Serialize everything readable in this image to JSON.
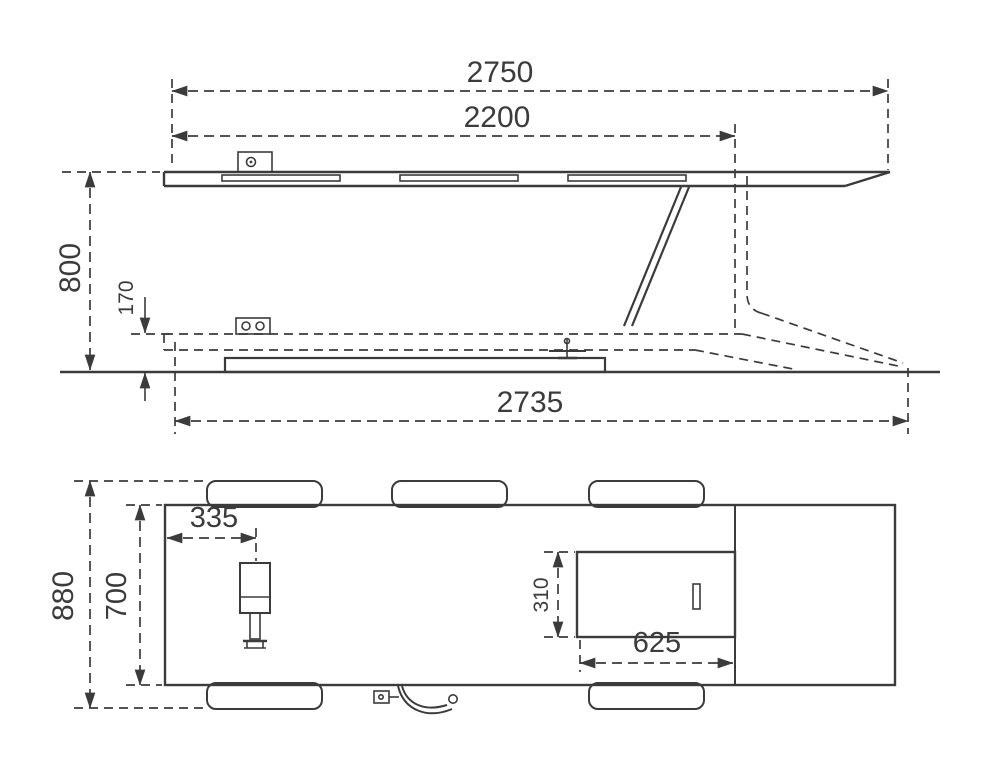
{
  "page": {
    "background_color": "#ffffff",
    "line_color": "#3b3b3b"
  },
  "drawing": {
    "side_view": {
      "overall_length": "2750",
      "platform_length": "2200",
      "raised_height": "800",
      "lowered_height": "170",
      "base_length": "2735"
    },
    "plan_view": {
      "overall_width": "880",
      "platform_width": "700",
      "cylinder_offset": "335",
      "console_depth": "310",
      "console_length": "625"
    }
  }
}
